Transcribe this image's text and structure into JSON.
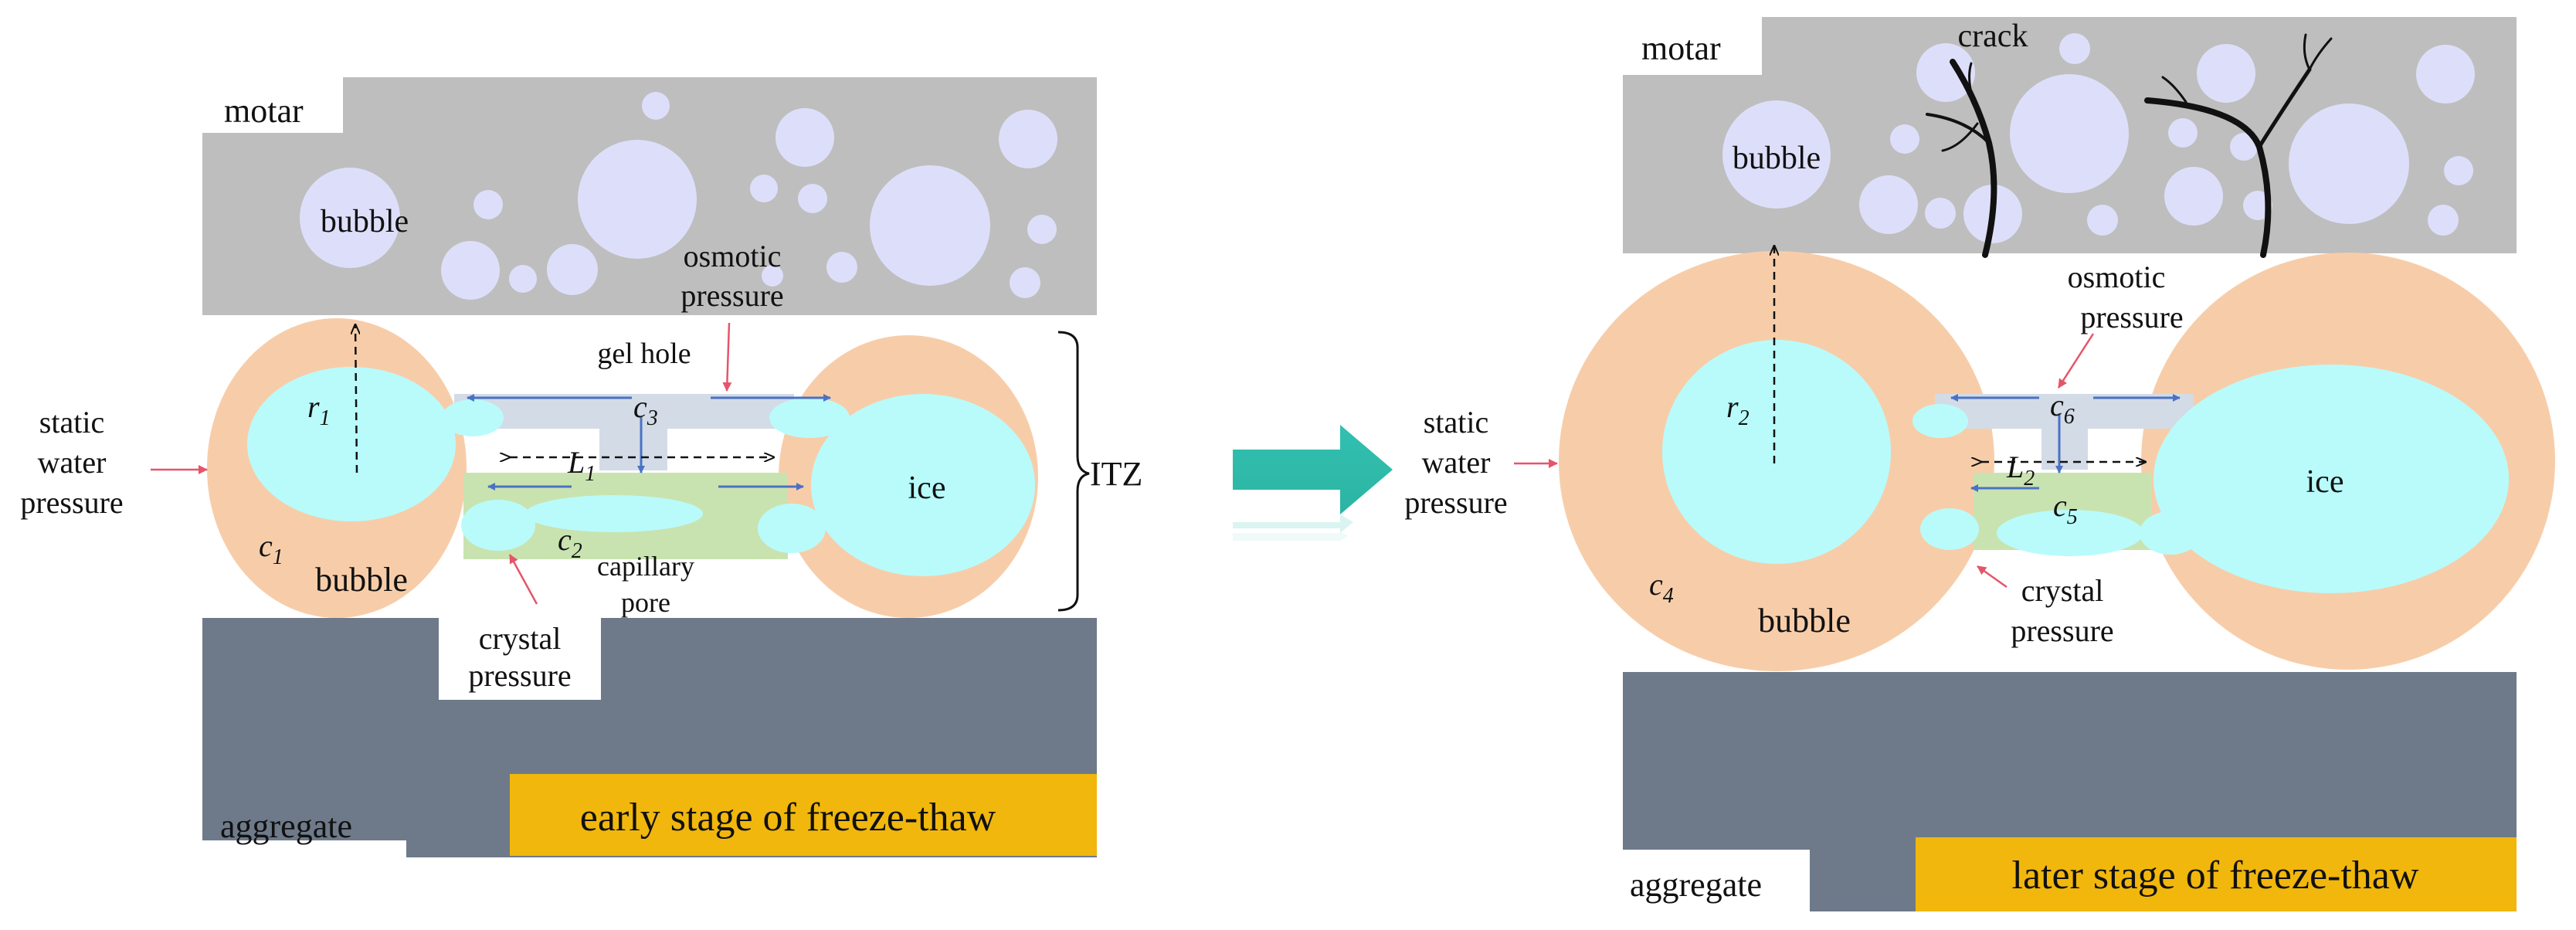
{
  "colors": {
    "mortar": "#bebebe",
    "aggregate": "#6e7a8a",
    "bubble_shell": "#f7cda9",
    "ice": "#b9fbfb",
    "air_bubble": "#dddffa",
    "gel_channel": "#d3dbe6",
    "capillary": "#c9e3b0",
    "banner": "#f1b70c",
    "arrow_blue": "#4a72c4",
    "arrow_red": "#e5556a",
    "stage_arrow": "#33c0b0"
  },
  "left_panel": {
    "mortar_label": "motar",
    "aggregate_label": "aggregate",
    "stage_label": "early stage of freeze-thaw",
    "bubble_in_mortar_label": "bubble",
    "bubble_label": "bubble",
    "ice_label": "ice",
    "itz_label": "ITZ",
    "static_pressure_lines": [
      "static",
      "water",
      "pressure"
    ],
    "osmotic_lines": [
      "osmotic",
      "pressure"
    ],
    "gel_hole_label": "gel hole",
    "capillary_lines": [
      "capillary",
      "pore"
    ],
    "crystal_lines": [
      "crystal",
      "pressure"
    ],
    "radius_label": "r",
    "radius_sub": "1",
    "length_label": "L",
    "length_sub": "1",
    "conc_bubble": "c",
    "conc_bubble_sub": "1",
    "conc_capillary": "c",
    "conc_capillary_sub": "2",
    "conc_gel": "c",
    "conc_gel_sub": "3"
  },
  "right_panel": {
    "mortar_label": "motar",
    "aggregate_label": "aggregate",
    "stage_label": "later stage of freeze-thaw",
    "crack_label": "crack",
    "bubble_in_mortar_label": "bubble",
    "bubble_label": "bubble",
    "ice_label": "ice",
    "static_pressure_lines": [
      "static",
      "water",
      "pressure"
    ],
    "osmotic_lines": [
      "osmotic",
      "pressure"
    ],
    "crystal_lines": [
      "crystal",
      "pressure"
    ],
    "radius_label": "r",
    "radius_sub": "2",
    "length_label": "L",
    "length_sub": "2",
    "conc_bubble": "c",
    "conc_bubble_sub": "4",
    "conc_capillary": "c",
    "conc_capillary_sub": "5",
    "conc_gel": "c",
    "conc_gel_sub": "6"
  }
}
